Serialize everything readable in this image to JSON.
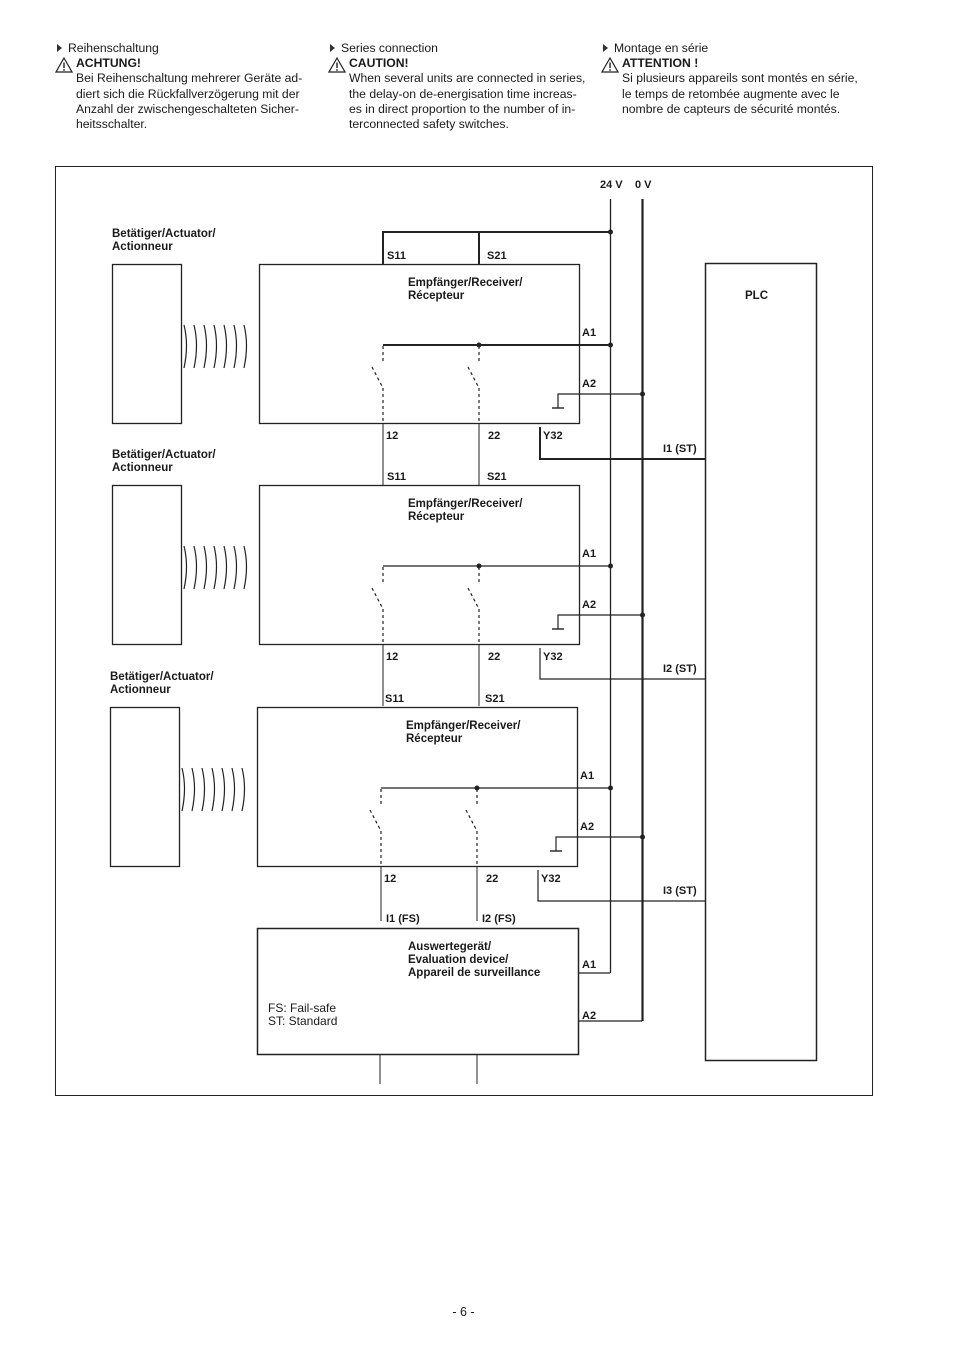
{
  "columns": [
    {
      "heading": "Reihenschaltung",
      "warning_title": "ACHTUNG!",
      "lines": [
        "Bei Reihenschaltung mehrerer Geräte ad-",
        "diert sich die Rückfallverzögerung mit der",
        "Anzahl der zwischengeschalteten Sicher-",
        "heitsschalter."
      ]
    },
    {
      "heading": "Series connection",
      "warning_title": "CAUTION!",
      "lines": [
        "When several units are connected in series,",
        "the delay-on de-energisation time increas-",
        "es in direct proportion to the number of in-",
        "terconnected safety switches."
      ]
    },
    {
      "heading": "Montage en série",
      "warning_title": "ATTENTION !",
      "lines": [
        "Si plusieurs appareils sont montés en série,",
        "le temps de retombée augmente avec le",
        "nombre de capteurs de sécurité montés."
      ]
    }
  ],
  "diagram": {
    "supply": {
      "plus": "24 V",
      "minus": "0 V"
    },
    "actuator_label": [
      "Betätiger/Actuator/",
      "Actionneur"
    ],
    "receiver_label": [
      "Empfänger/Receiver/",
      "Récepteur"
    ],
    "terminals": {
      "s11": "S11",
      "s21": "S21",
      "a1": "A1",
      "a2": "A2",
      "t12": "12",
      "t22": "22",
      "y32": "Y32"
    },
    "plc_label": "PLC",
    "plc_inputs": [
      "I1 (ST)",
      "I2 (ST)",
      "I3 (ST)"
    ],
    "evaluation": {
      "label": [
        "Auswertegerät/",
        "Evaluation device/",
        "Appareil de surveillance"
      ],
      "inputs": [
        "I1 (FS)",
        "I2 (FS)"
      ],
      "a1": "A1",
      "a2": "A2",
      "legend": [
        "FS: Fail-safe",
        "ST: Standard"
      ]
    }
  },
  "page_number": "- 6 -"
}
